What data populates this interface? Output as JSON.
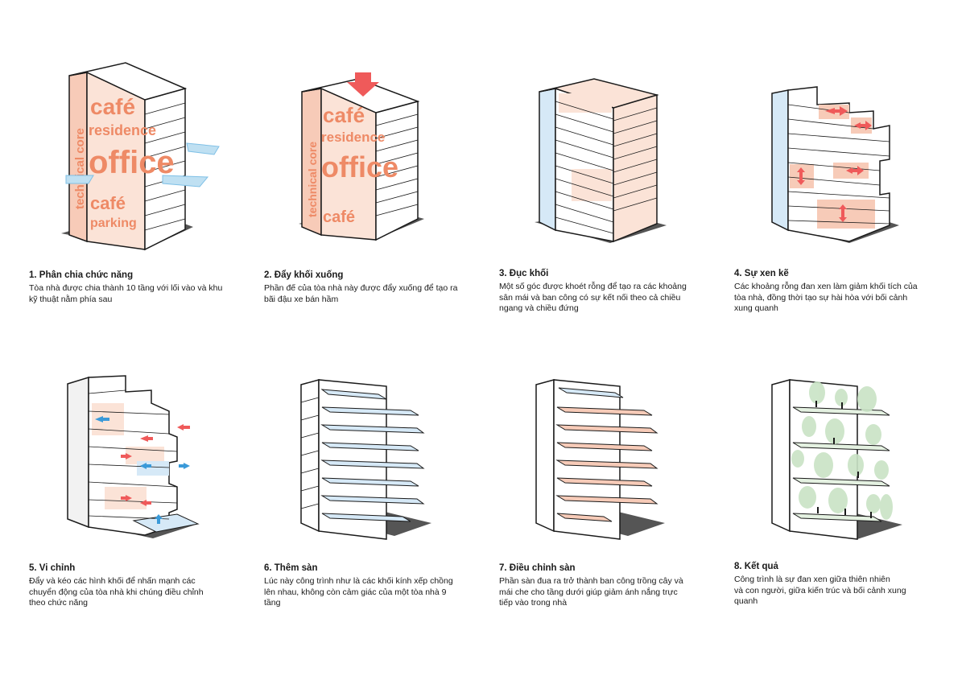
{
  "colors": {
    "outline": "#1a1a1a",
    "face": "#ffffff",
    "side": "#f2f2f2",
    "shadow": "#555555",
    "salmon": "#f7cbb8",
    "salmon_light": "#fbe3d7",
    "salmon_text": "#ee8a66",
    "arrow_red": "#ef5a5a",
    "blue_light": "#d6e9f7",
    "arrow_blue": "#3a9ad9",
    "green": "#c9e3c5"
  },
  "diagram1": {
    "core_label": "technical core",
    "labels": [
      "café",
      "residence",
      "office",
      "café",
      "parking"
    ]
  },
  "steps": [
    {
      "title": "1. Phân chia chức năng",
      "text": "Tòa nhà được chia thành 10 tầng với lối vào và khu\nkỹ thuật nằm phía sau"
    },
    {
      "title": "2. Đẩy khối xuống",
      "text": "Phần đế của tòa nhà này được đẩy xuống để tạo ra\nbãi đậu xe bán hầm"
    },
    {
      "title": "3. Đục khối",
      "text": "Một số góc được khoét rỗng để tạo ra các khoảng\nsân mái và ban công có sự kết nối theo cả chiều\nngang và chiều đứng"
    },
    {
      "title": "4. Sự xen kẽ",
      "text": "Các khoảng rỗng đan xen làm giảm khối tích của\ntòa nhà, đồng thời tạo sự hài hòa với bối cảnh\nxung quanh"
    },
    {
      "title": "5. Vi chỉnh",
      "text": "Đẩy và kéo các hình khối để nhấn mạnh các\nchuyển động của tòa nhà khi chúng điều chỉnh\ntheo chức năng"
    },
    {
      "title": "6. Thêm sàn",
      "text": "Lúc này công trình như là các khối kính xếp chồng\nlên nhau, không còn cảm giác của một tòa nhà 9\ntầng"
    },
    {
      "title": "7. Điều chỉnh sàn",
      "text": "Phần sàn đua ra trở thành ban công trồng cây và\nmái che cho tầng dưới giúp giảm ánh nắng trực\ntiếp vào trong nhà"
    },
    {
      "title": "8. Kết quả",
      "text": "Công trình là sự đan xen giữa thiên nhiên\nvà con người, giữa kiến trúc và bối cảnh xung\nquanh"
    }
  ]
}
